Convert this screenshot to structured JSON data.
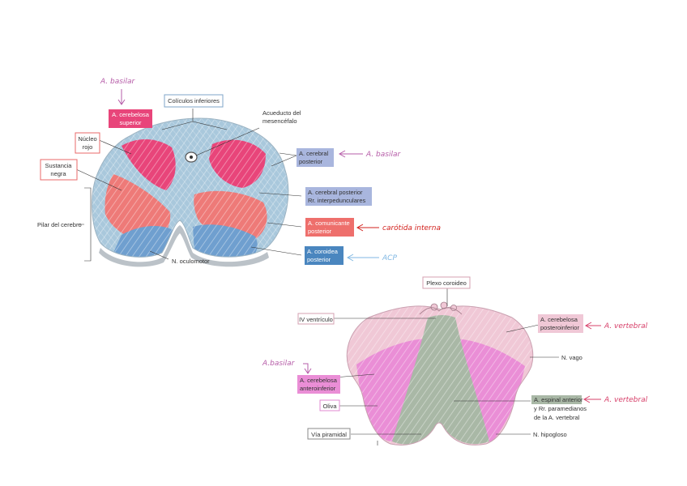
{
  "colors": {
    "light_blue": "#a9c8dc",
    "pink_red": "#e8457a",
    "salmon": "#ee7a78",
    "blue": "#6f9fcf",
    "light_pink": "#f0c8d6",
    "magenta_pink": "#ea8ed6",
    "gray_green": "#a9b8a6",
    "annotation_purple": "#b65ca8",
    "annotation_red": "#d2201c",
    "annotation_blue": "#7fb7e3"
  },
  "mesencefalo": {
    "labels": {
      "colliculos": "Colículos inferiores",
      "acueducto_1": "Acueducto del",
      "acueducto_2": "mesencéfalo",
      "cerebelosa_sup_1": "A. cerebelosa",
      "cerebelosa_sup_2": "superior",
      "nucleo_rojo_1": "Núcleo",
      "nucleo_rojo_2": "rojo",
      "sustancia_negra_1": "Sustancia",
      "sustancia_negra_2": "negra",
      "pilar": "Pilar del cerebro",
      "oculomotor": "N. oculomotor",
      "cerebral_post_1": "A. cerebral",
      "cerebral_post_2": "posterior",
      "interped_1": "A. cerebral posterior",
      "interped_2": "Rr. interpedunculares",
      "comunicante_1": "A. comunicante",
      "comunicante_2": "posterior",
      "coroidea_1": "A. coroidea",
      "coroidea_2": "posterior"
    },
    "annotations": {
      "basilar_top": "A. basilar",
      "basilar_right": "A. basilar",
      "carotida": "carótida interna",
      "acp": "ACP"
    }
  },
  "bulbo": {
    "labels": {
      "plexo": "Plexo coroideo",
      "iv_ventriculo": "IV ventrículo",
      "pica_1": "A. cerebelosa",
      "pica_2": "posteroinferior",
      "vago": "N. vago",
      "aica_1": "A. cerebelosa",
      "aica_2": "anteroinferior",
      "oliva": "Oliva",
      "espinal_1": "A. espinal anterior",
      "espinal_2": "y Rr. paramedianos",
      "espinal_3": "de la A. vertebral",
      "piramidal": "Vía piramidal",
      "hipogloso": "N. hipogloso"
    },
    "annotations": {
      "vertebral_1": "A. vertebral",
      "vertebral_2": "A. vertebral",
      "basilar": "A.basilar"
    }
  }
}
